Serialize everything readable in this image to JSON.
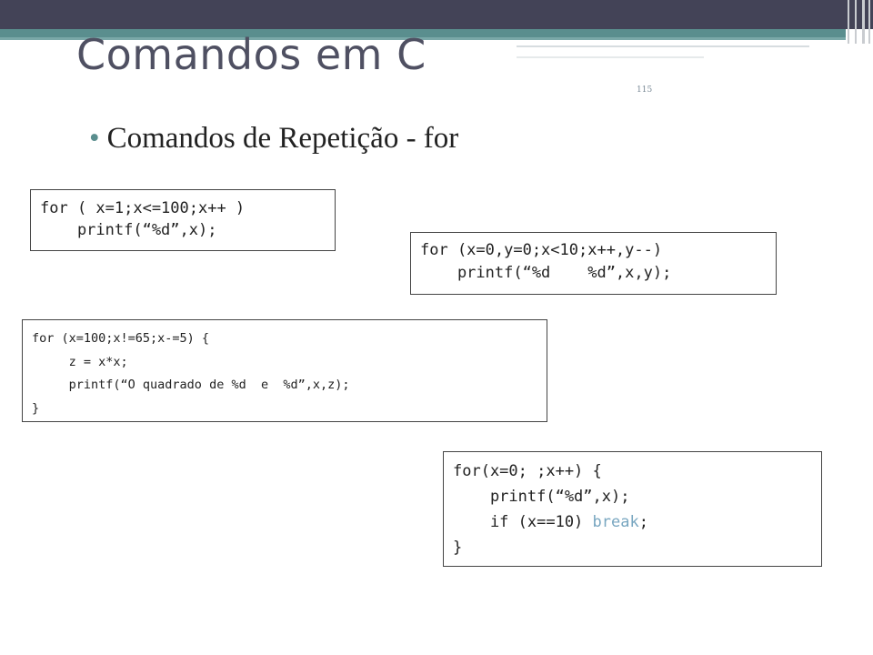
{
  "slide": {
    "title": "Comandos em C",
    "page_number": "115",
    "bullet": "Comandos de Repetição - for",
    "accent_color": "#5a8e8e",
    "header_bar_color": "#434357"
  },
  "code_blocks": [
    {
      "lines": [
        "for ( x=1;x<=100;x++ )",
        "    printf(“%d”,x);"
      ]
    },
    {
      "lines": [
        "for (x=0,y=0;x<10;x++,y--)",
        "    printf(“%d    %d”,x,y);"
      ]
    },
    {
      "lines": [
        "for (x=100;x!=65;x-=5) {",
        "     z = x*x;",
        "     printf(“O quadrado de %d  e  %d”,x,z);",
        "}"
      ]
    },
    {
      "lines": [
        "for(x=0; ;x++) {",
        "    printf(“%d”,x);",
        "    if (x==10) "
      ],
      "keyword": "break",
      "keyword_suffix": ";",
      "closing": "}",
      "keyword_color": "#78a6c0"
    }
  ]
}
